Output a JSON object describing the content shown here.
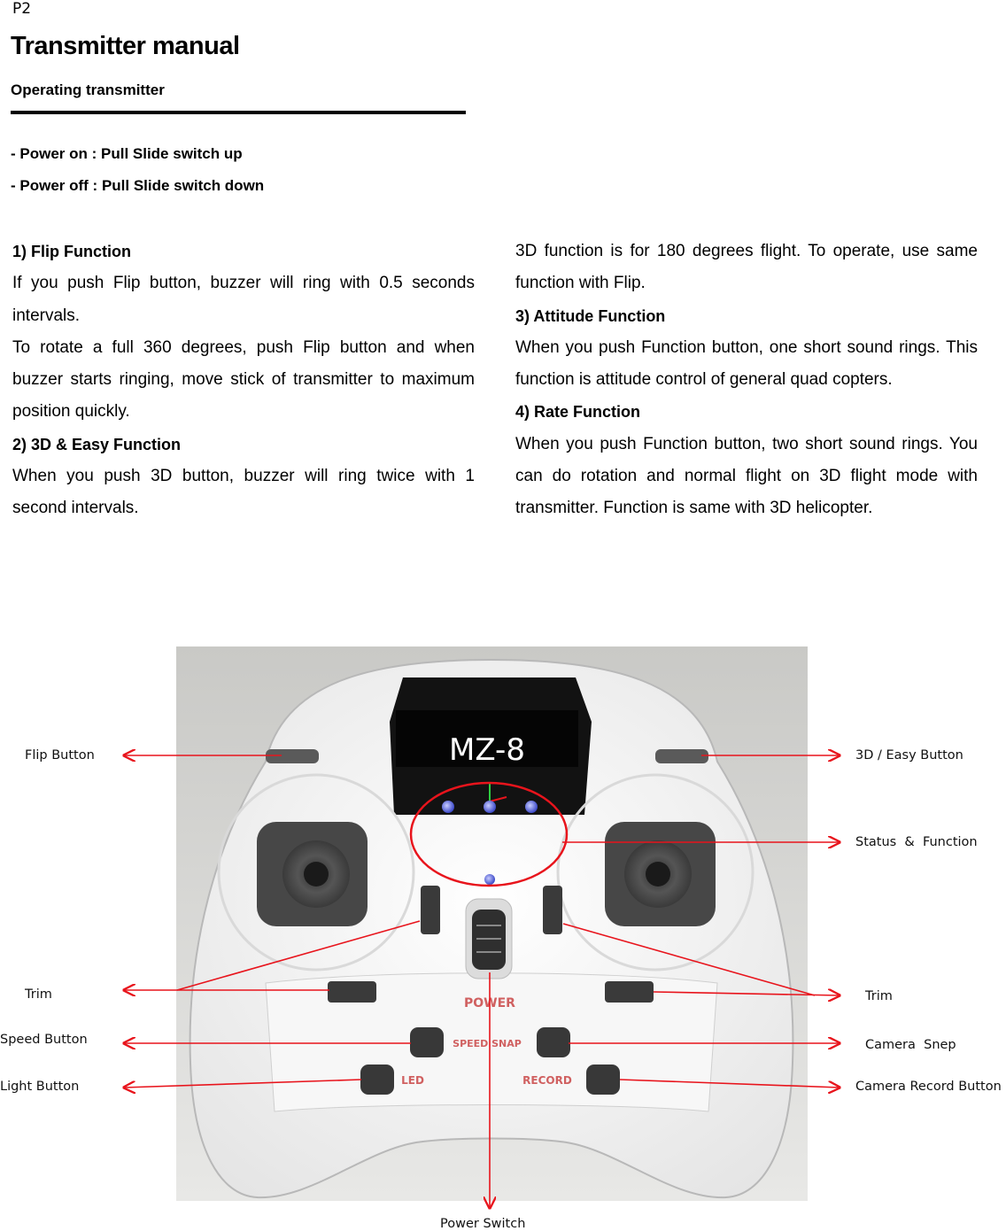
{
  "header": {
    "page_number": "P2",
    "title": "Transmitter manual",
    "subtitle": "Operating transmitter"
  },
  "power": {
    "on": "- Power on : Pull Slide switch up",
    "off": "- Power off : Pull Slide switch down"
  },
  "sections": {
    "flip": {
      "heading": "1) Flip Function",
      "p1": "If you push Flip button, buzzer will ring with 0.5 seconds intervals.",
      "p2": "To rotate a full 360 degrees, push Flip button and when buzzer starts ringing, move stick of transmitter to maximum position quickly."
    },
    "easy3d": {
      "heading": "2) 3D & Easy Function",
      "p1": "When you push 3D button, buzzer will ring twice with 1 second intervals.",
      "p2": "3D function is for 180 degrees flight. To operate, use same function with Flip."
    },
    "attitude": {
      "heading": "3) Attitude Function",
      "p1": "When you push Function button, one short sound rings. This function is attitude control of general quad copters."
    },
    "rate": {
      "heading": "4) Rate Function",
      "p1": "When you push Function button, two short sound rings. You can do rotation and normal flight on 3D flight mode with transmitter. Function is same with 3D helicopter."
    }
  },
  "device": {
    "screen_label": "MZ-8",
    "panel_power": "POWER",
    "panel_speed_snap": "SPEED SNAP",
    "panel_led": "LED",
    "panel_record": "RECORD"
  },
  "labels": {
    "flip_button": "Flip Button",
    "easy_button": "3D / Easy Button",
    "status_function": "Status  &  Function",
    "trim_left": "Trim",
    "trim_right": "Trim",
    "speed_button": "Speed Button",
    "camera_snap": "Camera  Snep",
    "light_button": "Light Button",
    "camera_record_button": "Camera Record Button",
    "power_switch": "Power Switch"
  },
  "colors": {
    "arrow": "#e8141c",
    "body": "#f4f4f4",
    "screen": "#111111"
  }
}
